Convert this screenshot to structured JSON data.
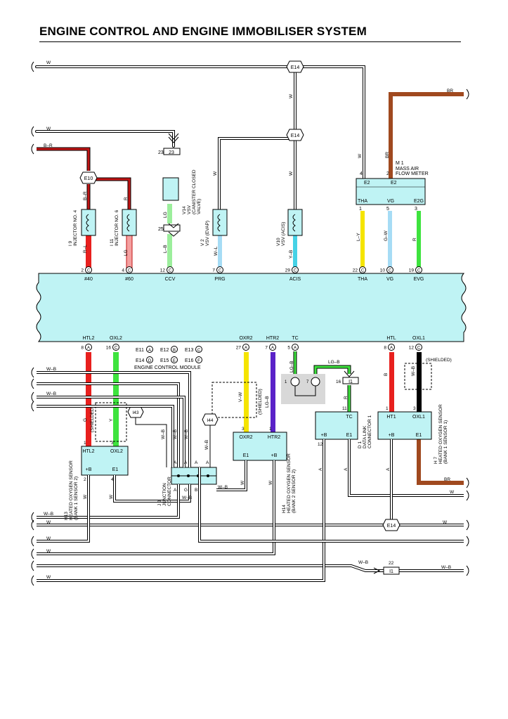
{
  "title": "ENGINE CONTROL AND ENGINE IMMOBILISER SYSTEM",
  "colors": {
    "ecm": "#bff3f4",
    "component": "#bff3f4",
    "wire_white": "#ffffff",
    "wire_red": "#e8201e",
    "wire_green": "#3ee33e",
    "wire_lightgreen": "#9cee9c",
    "wire_yellow": "#f5e400",
    "wire_violet": "#5a22c8",
    "wire_black": "#000000",
    "wire_brown": "#a0491f",
    "wire_darkred": "#c21515",
    "wire_cyan": "#46d2e6",
    "wire_pink": "#f4a0a0",
    "wire_lightblue": "#a6dcf5",
    "connector_gray": "#d8d8d8"
  },
  "wire_labels": [
    {
      "id": "w1",
      "text": "W"
    },
    {
      "id": "w2",
      "text": "W"
    },
    {
      "id": "w3",
      "text": "W"
    },
    {
      "id": "w4",
      "text": "W"
    },
    {
      "id": "w5",
      "text": "W"
    },
    {
      "id": "br1",
      "text": "BR"
    },
    {
      "id": "br2",
      "text": "BR"
    },
    {
      "id": "br3",
      "text": "BR"
    },
    {
      "id": "br4",
      "text": "B–R"
    },
    {
      "id": "br5",
      "text": "B–R"
    },
    {
      "id": "br6",
      "text": "B–R"
    },
    {
      "id": "r1",
      "text": "R"
    },
    {
      "id": "r2",
      "text": "R–L"
    },
    {
      "id": "lg1",
      "text": "LG"
    },
    {
      "id": "lg2",
      "text": "LG"
    },
    {
      "id": "lb1",
      "text": "L–B"
    },
    {
      "id": "wl1",
      "text": "W–L"
    },
    {
      "id": "yb1",
      "text": "Y–B"
    },
    {
      "id": "ly1",
      "text": "L–Y"
    },
    {
      "id": "gw1",
      "text": "G–W"
    },
    {
      "id": "r3",
      "text": "R"
    },
    {
      "id": "g1",
      "text": "G"
    },
    {
      "id": "y1",
      "text": "Y"
    },
    {
      "id": "vw1",
      "text": "V–W"
    },
    {
      "id": "lgb1",
      "text": "LG–B"
    },
    {
      "id": "lgb2",
      "text": "LG–B"
    },
    {
      "id": "lgb3",
      "text": "LG–B"
    },
    {
      "id": "r4",
      "text": "R"
    },
    {
      "id": "b1",
      "text": "B"
    },
    {
      "id": "wb1",
      "text": "W–B"
    },
    {
      "id": "wb2",
      "text": "W–B"
    },
    {
      "id": "wb3",
      "text": "W–B"
    },
    {
      "id": "wb4",
      "text": "W–B"
    },
    {
      "id": "wb5",
      "text": "W–B"
    },
    {
      "id": "wb6",
      "text": "W–B"
    },
    {
      "id": "wb7",
      "text": "W–B"
    },
    {
      "id": "wb8",
      "text": "W–B"
    },
    {
      "id": "wb9",
      "text": "W–B"
    },
    {
      "id": "wb10",
      "text": "W–B"
    },
    {
      "id": "wb11",
      "text": "W–B"
    },
    {
      "id": "wb12",
      "text": "W–B"
    },
    {
      "id": "w6",
      "text": "W"
    },
    {
      "id": "w7",
      "text": "W"
    },
    {
      "id": "w8",
      "text": "W"
    },
    {
      "id": "w9",
      "text": "W"
    },
    {
      "id": "w10",
      "text": "W"
    },
    {
      "id": "w11",
      "text": "W"
    },
    {
      "id": "w12",
      "text": "W"
    },
    {
      "id": "w13",
      "text": "W"
    },
    {
      "id": "w14",
      "text": "W"
    },
    {
      "id": "w15",
      "text": "W"
    },
    {
      "id": "w16",
      "text": "W"
    },
    {
      "id": "a1",
      "text": "A"
    },
    {
      "id": "a2",
      "text": "A"
    },
    {
      "id": "a3",
      "text": "A"
    },
    {
      "id": "a4",
      "text": "A"
    },
    {
      "id": "a5",
      "text": "A"
    },
    {
      "id": "a6",
      "text": "A"
    },
    {
      "id": "a7",
      "text": "A"
    },
    {
      "id": "a8",
      "text": "A"
    },
    {
      "id": "gg",
      "text": "G"
    },
    {
      "id": "bb",
      "text": "B"
    }
  ],
  "connectors": [
    "E14",
    "E14",
    "E10",
    "E14",
    "I43",
    "I44",
    "I1",
    "I1"
  ],
  "components": {
    "inj4": {
      "code": "I 9",
      "name": "INJECTOR NO. 4"
    },
    "inj6": {
      "code": "I 11",
      "name": "INJECTOR NO. 6"
    },
    "vsv_cc": {
      "code": "V14",
      "name": "VSV",
      "sub": "(CANISTER CLOSED",
      "sub2": "VALVE)"
    },
    "vsv_evap": {
      "code": "V 2",
      "name": "VSV (EVAP)"
    },
    "vsv_acis": {
      "code": "V10",
      "name": "VSV (ACIS)"
    },
    "maf": {
      "code": "M 1",
      "name": "MASS AIR",
      "name2": "FLOW METER"
    },
    "h13": {
      "code": "H13",
      "name": "HEATED OXYGEN SENSOR",
      "sub": "(BANK 1 SENSOR 2)"
    },
    "h14": {
      "code": "H14",
      "name": "HEATED OXYGEN SENSOR",
      "sub": "(BANK 2 SENSOR 2)"
    },
    "h7": {
      "code": "H 7",
      "name": "HEATED OXYGEN SENSOR",
      "sub": "(BANK 1 SENSOR 1)"
    },
    "j3": {
      "code": "J 3",
      "name": "JUNCTION",
      "name2": "CONNECTOR"
    },
    "d1": {
      "code": "D 1",
      "name": "DATA LINK",
      "name2": "CONNECTOR 1"
    }
  },
  "ecm": {
    "label": "ENGINE CONTROL MODULE",
    "top_pins": [
      {
        "num": "2",
        "conn": "C",
        "name": "#40"
      },
      {
        "num": "4",
        "conn": "C",
        "name": "#60"
      },
      {
        "num": "12",
        "conn": "C",
        "name": "CCV"
      },
      {
        "num": "7",
        "conn": "C",
        "name": "PRG"
      },
      {
        "num": "29",
        "conn": "C",
        "name": "ACIS"
      },
      {
        "num": "22",
        "conn": "C",
        "name": "THA"
      },
      {
        "num": "10",
        "conn": "C",
        "name": "VG"
      },
      {
        "num": "19",
        "conn": "C",
        "name": "EVG"
      }
    ],
    "bottom_pins": [
      {
        "num": "8",
        "conn": "A",
        "name": "HTL2"
      },
      {
        "num": "16",
        "conn": "C",
        "name": "OXL2"
      },
      {
        "num": "27",
        "conn": "A",
        "name": "OXR2"
      },
      {
        "num": "7",
        "conn": "A",
        "name": "HTR2"
      },
      {
        "num": "5",
        "conn": "A",
        "name": "TC"
      },
      {
        "num": "8",
        "conn": "A",
        "name": "HTL"
      },
      {
        "num": "12",
        "conn": "C",
        "name": "OXL1"
      }
    ],
    "grounds": [
      {
        "name": "E11",
        "conn": "A"
      },
      {
        "name": "E12",
        "conn": "B"
      },
      {
        "name": "E13",
        "conn": "C"
      },
      {
        "name": "E14",
        "conn": "D"
      },
      {
        "name": "E15",
        "conn": "E"
      },
      {
        "name": "E16",
        "conn": "F"
      }
    ]
  },
  "terminals": {
    "maf": [
      "E2",
      "THA",
      "VG",
      "E2G",
      "4",
      "2",
      "1",
      "5",
      "3"
    ],
    "h13": [
      "HTL2",
      "OXL2",
      "+B",
      "E1",
      "1",
      "3",
      "2",
      "4"
    ],
    "h14": [
      "OXR2",
      "HTR2",
      "E1",
      "+B",
      "3",
      "1",
      "4",
      "2"
    ],
    "h7": [
      "HT1",
      "OXL1",
      "+B",
      "E1",
      "1",
      "3",
      "2",
      "4"
    ],
    "d1": [
      "TC",
      "+B",
      "E1",
      "11",
      "12",
      "16"
    ]
  },
  "misc": {
    "shielded": "(SHIELDED)",
    "i1_pins": [
      "23",
      "25",
      "1",
      "2",
      "3",
      "1",
      "2",
      "16",
      "22"
    ],
    "join_pins": [
      "1",
      "7"
    ]
  }
}
